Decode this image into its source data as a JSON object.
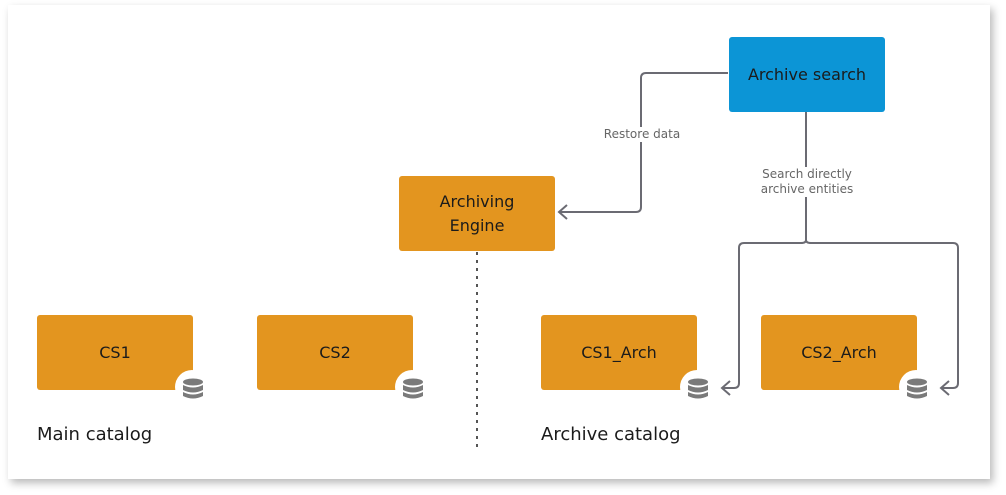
{
  "nodes": {
    "archive_search": "Archive search",
    "archiving_engine_line1": "Archiving",
    "archiving_engine_line2": "Engine",
    "cs1": "CS1",
    "cs2": "CS2",
    "cs1_arch": "CS1_Arch",
    "cs2_arch": "CS2_Arch"
  },
  "edges": {
    "restore": "Restore data",
    "search_line1": "Search directly",
    "search_line2": "archive entities"
  },
  "groups": {
    "main": "Main catalog",
    "archive": "Archive catalog"
  },
  "icons": {
    "database": "database-icon"
  },
  "colors": {
    "node_orange": "#e3951f",
    "node_blue": "#0c95d6",
    "line": "#6b6b73",
    "db_icon": "#7a7a7a"
  }
}
